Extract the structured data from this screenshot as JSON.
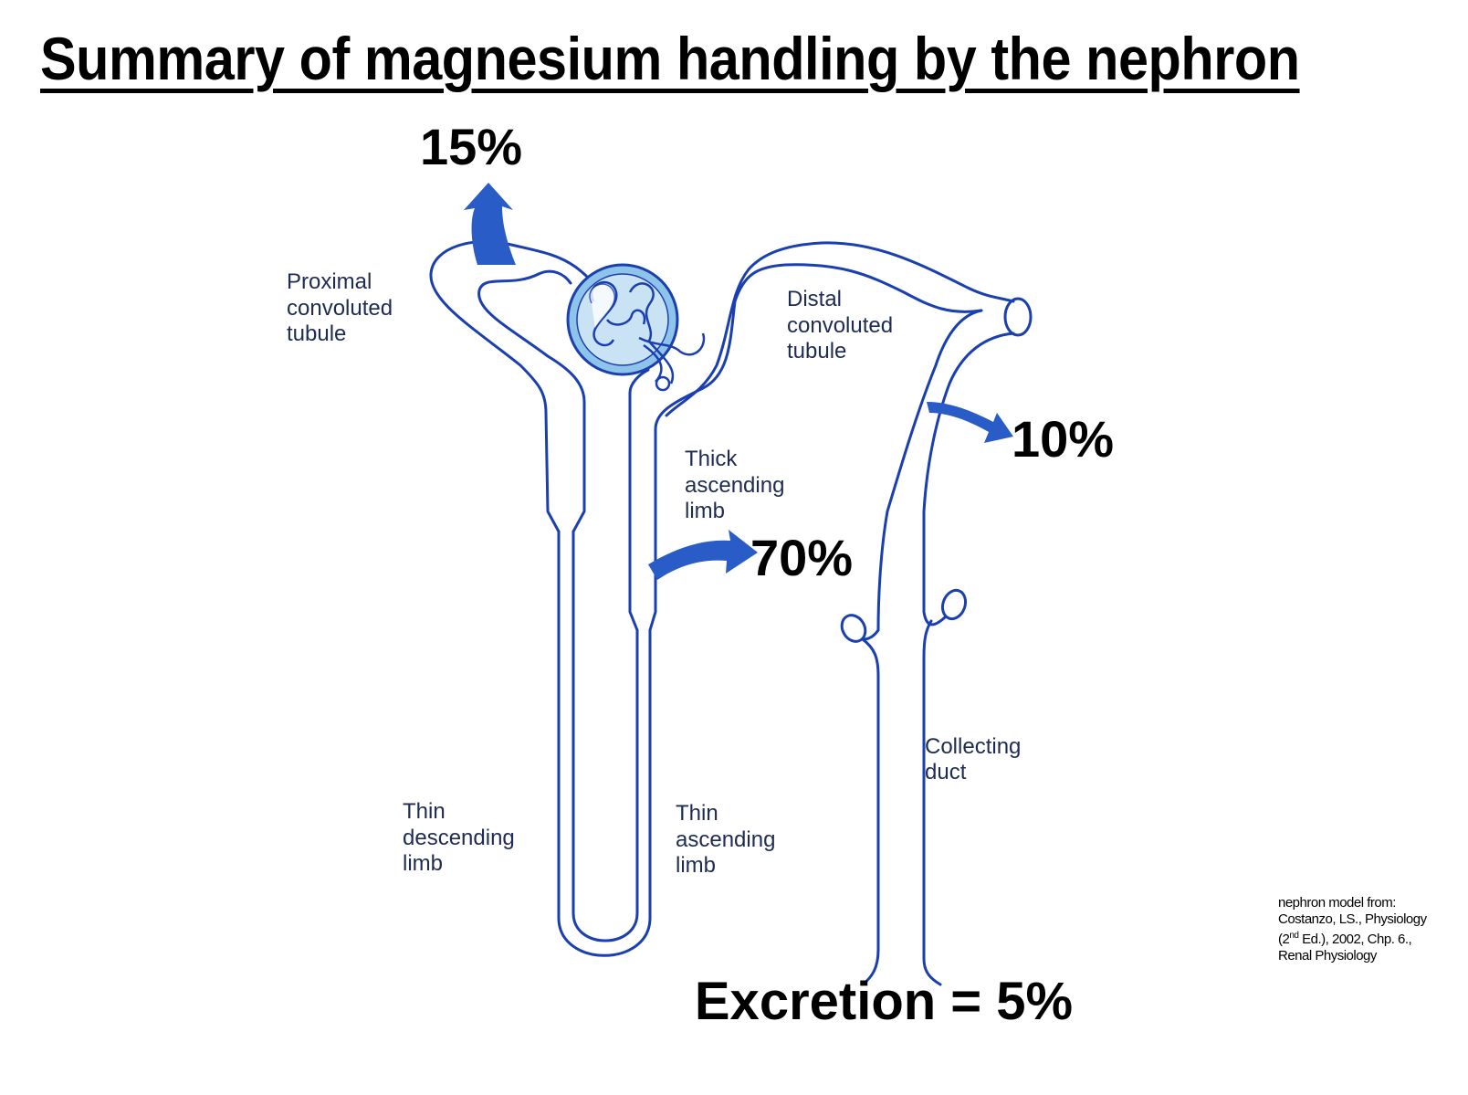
{
  "title": "Summary of magnesium handling by the nephron",
  "segments": {
    "proximal": [
      "Proximal",
      "convoluted",
      "tubule"
    ],
    "distal": [
      "Distal",
      "convoluted",
      "tubule"
    ],
    "thick_ascending": [
      "Thick",
      "ascending",
      "limb"
    ],
    "thin_descending": [
      "Thin",
      "descending",
      "limb"
    ],
    "thin_ascending": [
      "Thin",
      "ascending",
      "limb"
    ],
    "collecting": [
      "Collecting",
      "duct"
    ]
  },
  "reabsorption": {
    "proximal": "15%",
    "thick_ascending": "70%",
    "distal": "10%"
  },
  "excretion": "Excretion = 5%",
  "credit": {
    "line1": "nephron model from:",
    "line2": "Costanzo, LS., Physiology",
    "line3a": "(2",
    "line3_sup": "nd",
    "line3b": " Ed.), 2002, Chp. 6.,",
    "line4": "Renal Physiology"
  },
  "colors": {
    "outline": "#1a3fb0",
    "arrow": "#2a5cc7",
    "glomerulus": "#8fc4ea"
  }
}
